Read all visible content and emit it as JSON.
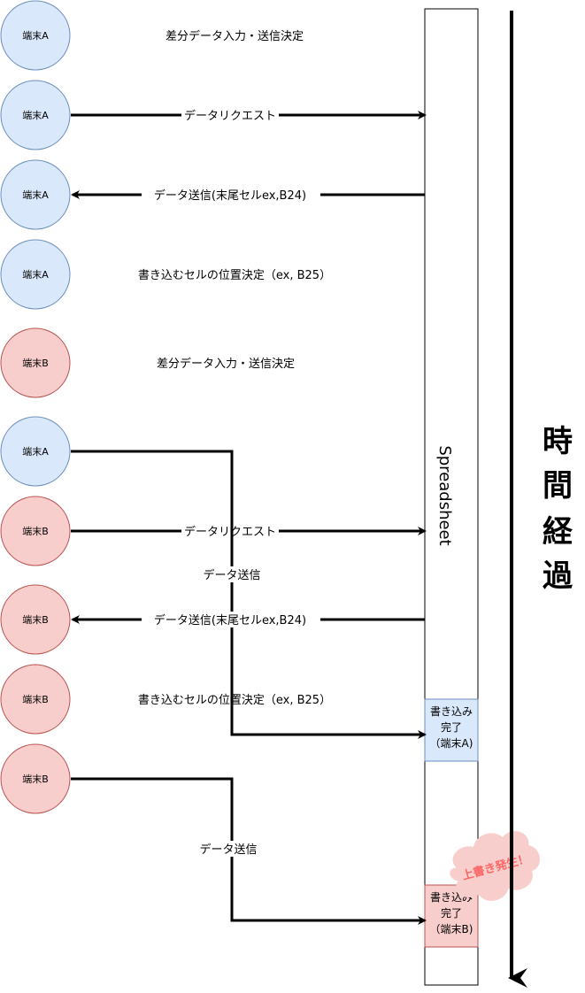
{
  "terminals": [
    {
      "label": "端末A",
      "color": "#dae8fc",
      "border": "#6c8ebf"
    },
    {
      "label": "端末A",
      "color": "#dae8fc",
      "border": "#6c8ebf"
    },
    {
      "label": "端末A",
      "color": "#dae8fc",
      "border": "#6c8ebf"
    },
    {
      "label": "端末A",
      "color": "#dae8fc",
      "border": "#6c8ebf"
    },
    {
      "label": "端末B",
      "color": "#f8cecc",
      "border": "#b85450"
    },
    {
      "label": "端末A",
      "color": "#dae8fc",
      "border": "#6c8ebf"
    },
    {
      "label": "端末B",
      "color": "#f8cecc",
      "border": "#b85450"
    },
    {
      "label": "端末B",
      "color": "#f8cecc",
      "border": "#b85450"
    },
    {
      "label": "端末B",
      "color": "#f8cecc",
      "border": "#b85450"
    },
    {
      "label": "端末B",
      "color": "#f8cecc",
      "border": "#b85450"
    }
  ],
  "steps": [
    "差分データ入力・送信決定",
    "書き込むセルの位置決定（ex, B25）",
    "差分データ入力・送信決定",
    "書き込むセルの位置決定（ex, B25）"
  ],
  "edges": [
    "データリクエスト",
    "データ送信(末尾セルex,B24)",
    "データリクエスト",
    "データ送信",
    "データ送信(末尾セルex,B24)",
    "データ送信"
  ],
  "spreadsheet": {
    "label": "Spreadsheet"
  },
  "write_complete": [
    {
      "lines": [
        "書き込み",
        "完了",
        "（端末A)"
      ],
      "color": "#dae8fc",
      "border": "#6c8ebf"
    },
    {
      "lines": [
        "書き込み",
        "完了",
        "（端末B)"
      ],
      "color": "#f8cecc",
      "border": "#b85450"
    }
  ],
  "overwrite_callout": {
    "label": "上書き発生！",
    "color": "#f8cecc",
    "border": "#b85450",
    "text_color": "#ff6666"
  },
  "time_axis": {
    "chars": [
      "時",
      "間",
      "経",
      "過"
    ]
  }
}
